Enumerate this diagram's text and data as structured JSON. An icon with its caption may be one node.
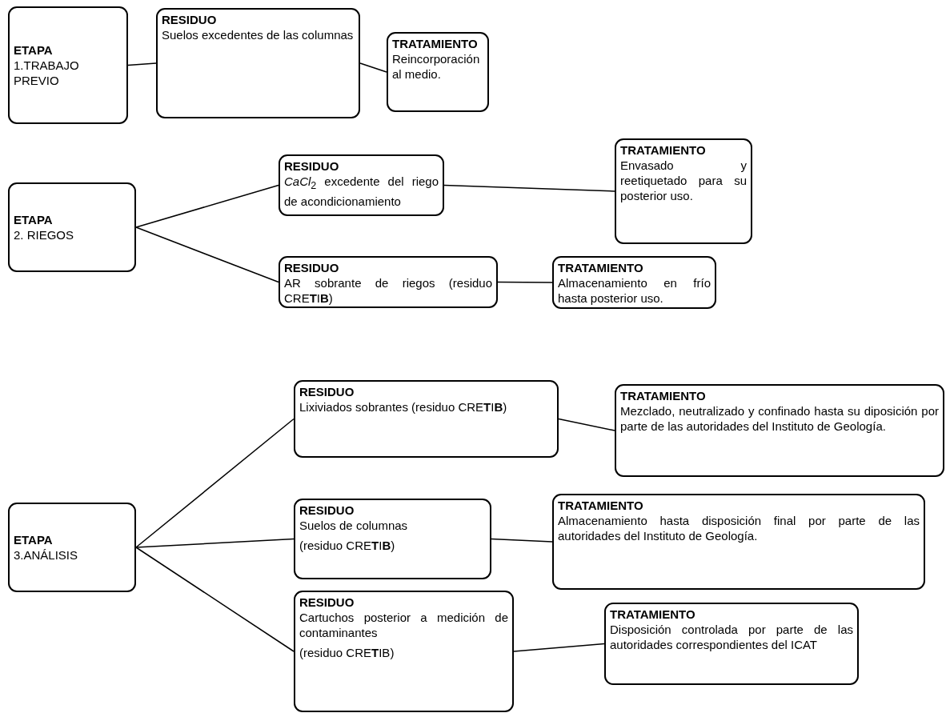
{
  "diagram": {
    "nodes": [
      {
        "text": [
          "ETAPA",
          "1.TRABAJO PREVIO"
        ]
      },
      {
        "text": [
          "RESIDUO",
          "Suelos excedentes de las columnas"
        ]
      },
      {
        "text": [
          "TRATAMIENTO",
          "Reincorporación al medio."
        ]
      },
      {
        "text": [
          "ETAPA",
          "2. RIEGOS"
        ]
      },
      {
        "text": [
          "RESIDUO",
          "*CaCl*$_{2}$ excedente del riego de acondicionamiento"
        ]
      },
      {
        "text": [
          "TRATAMIENTO",
          "Envasado y reetiquetado para su posterior uso."
        ]
      },
      {
        "text": [
          "RESIDUO",
          "AR sobrante de riegos (residuo CRE**T**I**B**)"
        ]
      },
      {
        "text": [
          "TRATAMIENTO",
          "Almacenamiento en frío hasta posterior uso."
        ]
      },
      {
        "text": [
          "ETAPA",
          "3.ANÁLISIS"
        ]
      },
      {
        "text": [
          "RESIDUO",
          "Lixiviados sobrantes (residuo CRE**T**I**B**)"
        ]
      },
      {
        "text": [
          "TRATAMIENTO",
          "Mezclado, neutralizado y confinado hasta su diposición por parte de las autoridades del Instituto de Geología."
        ]
      },
      {
        "text": [
          "RESIDUO",
          "Suelos de columnas",
          "(residuo CRE**T**I**B**)"
        ]
      },
      {
        "text": [
          "TRATAMIENTO",
          "Almacenamiento hasta disposición final por parte de las autoridades del Instituto de Geología."
        ]
      },
      {
        "text": [
          "RESIDUO",
          "Cartuchos posterior a medición de contaminantes",
          "(residuo CRE**T**IB)"
        ]
      },
      {
        "text": [
          "TRATAMIENTO",
          "Disposición controlada por parte de las autoridades correspondientes del ICAT"
        ]
      }
    ],
    "edges": [
      {
        "from": 0,
        "to": 1,
        "arrow": "none"
      },
      {
        "from": 1,
        "to": 2,
        "arrow": "none"
      },
      {
        "from": 3,
        "to": 4,
        "arrow": "none"
      },
      {
        "from": 3,
        "to": 6,
        "arrow": "none"
      },
      {
        "from": 4,
        "to": 5,
        "arrow": "none"
      },
      {
        "from": 6,
        "to": 7,
        "arrow": "none"
      },
      {
        "from": 8,
        "to": 9,
        "arrow": "none"
      },
      {
        "from": 8,
        "to": 11,
        "arrow": "none"
      },
      {
        "from": 8,
        "to": 13,
        "arrow": "none"
      },
      {
        "from": 9,
        "to": 10,
        "arrow": "none"
      },
      {
        "from": 11,
        "to": 12,
        "arrow": "none"
      },
      {
        "from": 13,
        "to": 14,
        "arrow": "none"
      }
    ]
  }
}
